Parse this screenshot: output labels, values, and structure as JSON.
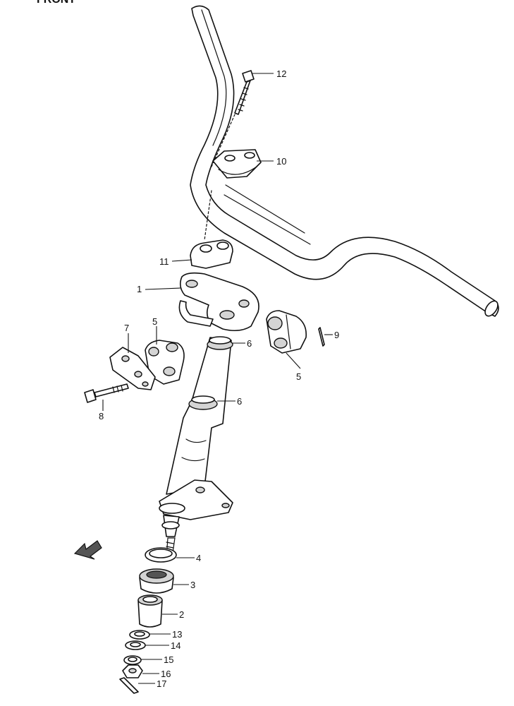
{
  "title": "FRONT",
  "callouts": [
    {
      "id": "c12",
      "label": "12"
    },
    {
      "id": "c10",
      "label": "10"
    },
    {
      "id": "c11",
      "label": "11"
    },
    {
      "id": "c1",
      "label": "1"
    },
    {
      "id": "c7",
      "label": "7"
    },
    {
      "id": "c5a",
      "label": "5"
    },
    {
      "id": "c5b",
      "label": "5"
    },
    {
      "id": "c9",
      "label": "9"
    },
    {
      "id": "c6a",
      "label": "6"
    },
    {
      "id": "c6b",
      "label": "6"
    },
    {
      "id": "c8",
      "label": "8"
    },
    {
      "id": "c4",
      "label": "4"
    },
    {
      "id": "c3",
      "label": "3"
    },
    {
      "id": "c2",
      "label": "2"
    },
    {
      "id": "c13",
      "label": "13"
    },
    {
      "id": "c14",
      "label": "14"
    },
    {
      "id": "c15",
      "label": "15"
    },
    {
      "id": "c16",
      "label": "16"
    },
    {
      "id": "c17",
      "label": "17"
    }
  ],
  "direction_arrow": "FWD"
}
